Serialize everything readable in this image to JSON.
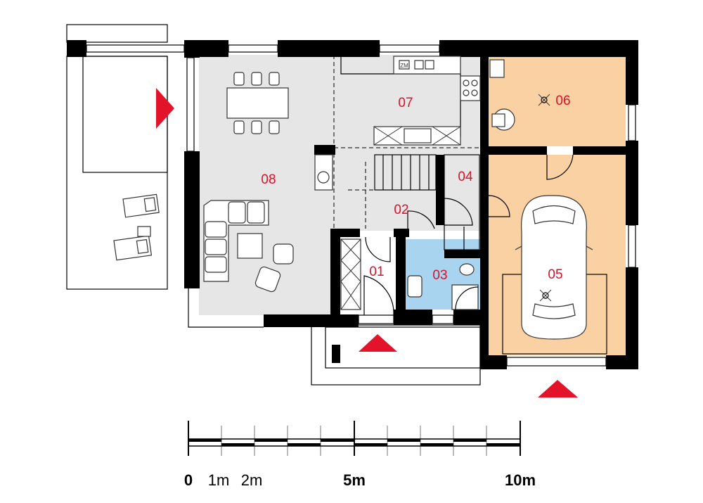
{
  "rooms": [
    {
      "id": "r01",
      "label": "01"
    },
    {
      "id": "r02",
      "label": "02"
    },
    {
      "id": "r03",
      "label": "03"
    },
    {
      "id": "r04",
      "label": "04"
    },
    {
      "id": "r05",
      "label": "05"
    },
    {
      "id": "r06",
      "label": "06"
    },
    {
      "id": "r07",
      "label": "07"
    },
    {
      "id": "r08",
      "label": "08"
    }
  ],
  "kitchen_tag": "ZM",
  "colors": {
    "living_floor": "#e6e6e6",
    "bathroom_floor": "#a8d4ef",
    "garage_floor": "#f9d1a3",
    "accent_red": "#e3132a",
    "wall": "#000000"
  },
  "scale_bar": {
    "labels": {
      "zero": "0",
      "one": "1m",
      "two": "2m",
      "five": "5m",
      "ten": "10m"
    }
  }
}
